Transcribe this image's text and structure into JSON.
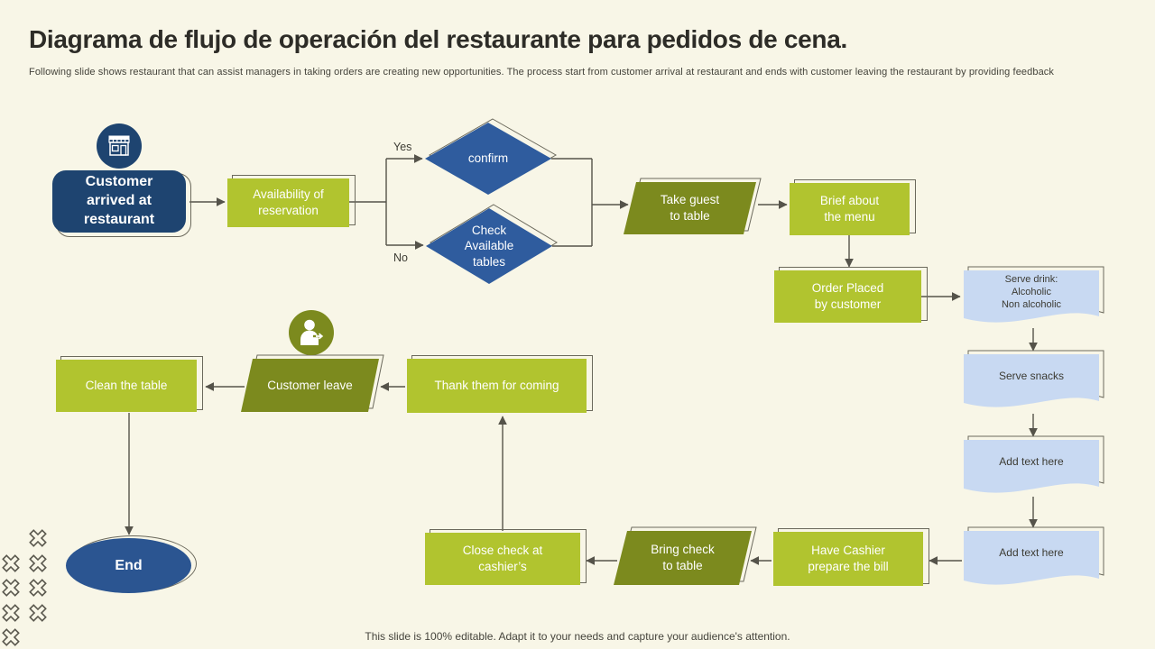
{
  "slide": {
    "title": "Diagrama de flujo de operación del restaurante para pedidos de cena.",
    "subtitle": "Following slide shows restaurant that can assist managers in taking orders are creating new opportunities. The process start from customer arrival at restaurant and ends with customer leaving  the restaurant by providing feedback",
    "footer": "This slide is 100% editable. Adapt it to your needs and capture your audience's attention."
  },
  "flowchart": {
    "nodes": {
      "start": "Customer\narrived at\nrestaurant",
      "availability": "Availability  of\nreservation",
      "confirm": "confirm",
      "check_tables": "Check\nAvailable\ntables",
      "take_guest": "Take guest\nto table",
      "brief_menu": "Brief about\nthe menu",
      "order_placed": "Order Placed\nby customer",
      "serve_drink": "Serve drink:\nAlcoholic\nNon alcoholic",
      "serve_snacks": "Serve snacks",
      "add_text_1": "Add text here",
      "add_text_2": "Add text here",
      "have_cashier": "Have Cashier\nprepare the bill",
      "bring_check": "Bring check\nto table",
      "close_check": "Close check at\ncashier’s",
      "thank_coming": "Thank them for coming",
      "customer_leave": "Customer leave",
      "clean_table": "Clean the table",
      "end": "End"
    },
    "branch_labels": {
      "yes": "Yes",
      "no": "No"
    },
    "icons": {
      "start": "storefront-icon",
      "leave": "person-exit-icon"
    }
  },
  "colors": {
    "background": "#f8f6e7",
    "navy": "#1e4470",
    "diamond_blue": "#2f5c9e",
    "end_blue": "#2b5591",
    "light_green": "#b1c42f",
    "olive_green": "#7c8a1e",
    "document_blue": "#c8d9f2",
    "connector": "#55534a"
  }
}
